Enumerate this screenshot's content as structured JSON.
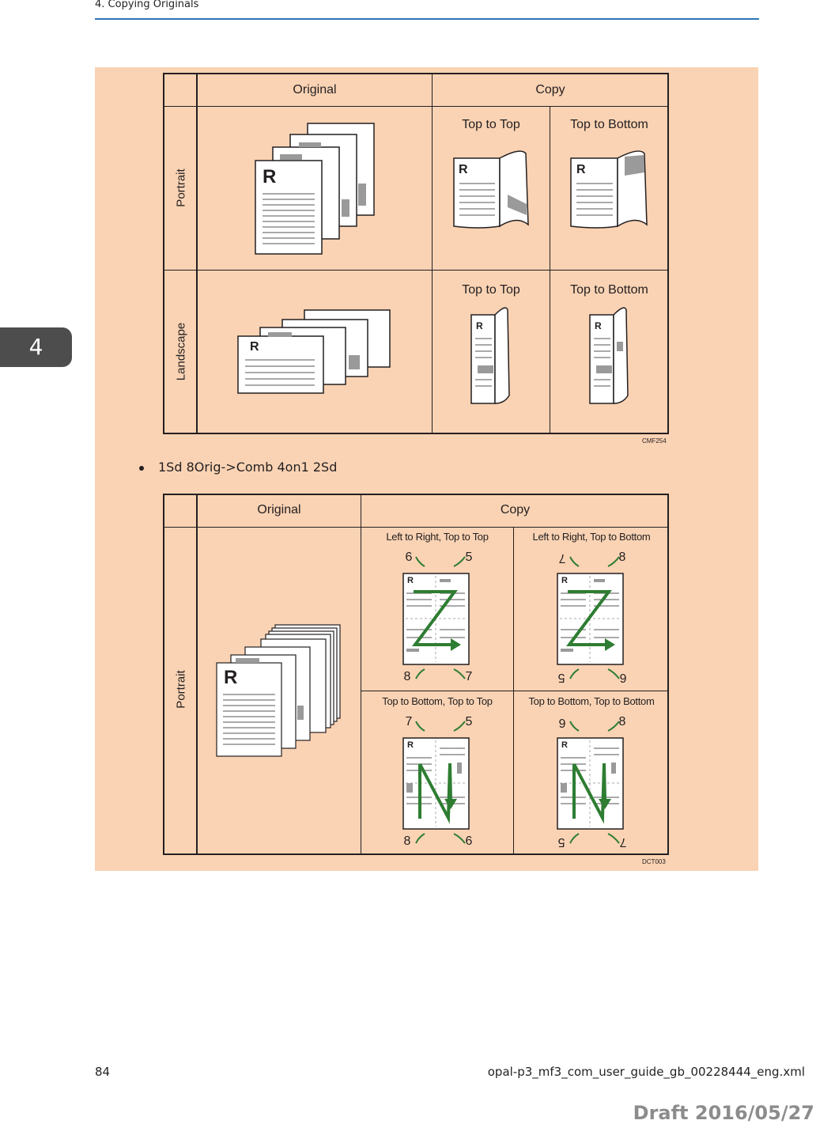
{
  "header": {
    "running_title": "4. Copying Originals"
  },
  "chapter_tab": "4",
  "figure1": {
    "col_original": "Original",
    "col_copy": "Copy",
    "row_portrait": "Portrait",
    "row_landscape": "Landscape",
    "portrait_top_to_top": "Top to Top",
    "portrait_top_to_bottom": "Top to Bottom",
    "landscape_top_to_top": "Top to Top",
    "landscape_top_to_bottom": "Top to Bottom",
    "letter": "R",
    "code": "CMF254"
  },
  "bullet_item": "1Sd 8Orig->Comb 4on1 2Sd",
  "figure2": {
    "col_original": "Original",
    "col_copy": "Copy",
    "row_portrait": "Portrait",
    "letter": "R",
    "code": "DCT003",
    "cells": [
      {
        "label": "Left to Right, Top to Top",
        "top_left": "6",
        "top_right": "5",
        "bottom_left": "8",
        "bottom_right": "7"
      },
      {
        "label": "Left to Right, Top to Bottom",
        "top_left": "7",
        "top_right": "8",
        "bottom_left": "5",
        "bottom_right": "6"
      },
      {
        "label": "Top to Bottom, Top to Top",
        "top_left": "7",
        "top_right": "5",
        "bottom_left": "8",
        "bottom_right": "6"
      },
      {
        "label": "Top to Bottom, Top to Bottom",
        "top_left": "6",
        "top_right": "8",
        "bottom_left": "5",
        "bottom_right": "7"
      }
    ]
  },
  "footer": {
    "page_number": "84",
    "source_file": "opal-p3_mf3_com_user_guide_gb_00228444_eng.xml",
    "draft_mark": "Draft 2016/05/27"
  },
  "colors": {
    "panel": "#fad3b4",
    "rule": "#2e75b6",
    "arrow_green": "#2e7d32",
    "tab": "#4d4d4d"
  }
}
